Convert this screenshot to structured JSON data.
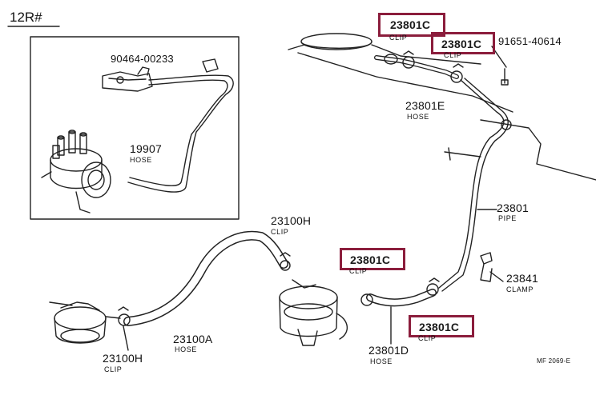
{
  "title": "12R#",
  "inset": {
    "part_top": "90464-00233",
    "hose_number": "19907",
    "hose_word": "HOSE"
  },
  "labels": {
    "clip_23801c_a": "23801C",
    "clip_word_a": "CLIP",
    "clip_23801c_b": "23801C",
    "clip_word_b": "CLIP",
    "bolt": "91651-40614",
    "hose_e": "23801E",
    "hose_e_word": "HOSE",
    "pipe": "23801",
    "pipe_word": "PIPE",
    "clip_23100h_top": "23100H",
    "clip_23100h_top_word": "CLIP",
    "clip_23801c_c": "23801C",
    "clip_word_c": "CLIP",
    "clamp": "23841",
    "clamp_word": "CLAMP",
    "clip_23801c_d": "23801C",
    "clip_word_d": "CLIP",
    "hose_a": "23100A",
    "hose_a_word": "HOSE",
    "clip_23100h_bottom": "23100H",
    "clip_23100h_bottom_word": "CLIP",
    "hose_d": "23801D",
    "hose_d_word": "HOSE",
    "footer_code": "MF 2069-E"
  },
  "highlight_color": "#8b1d3c"
}
